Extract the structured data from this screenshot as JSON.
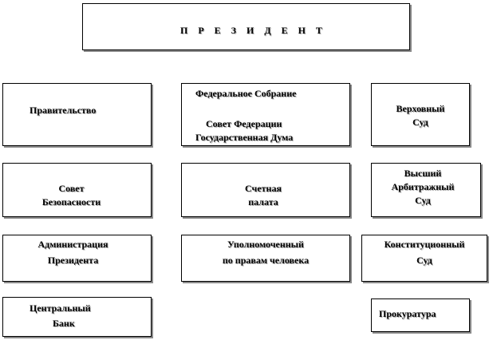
{
  "president": {
    "label": "П Р Е З И Д Е Н Т"
  },
  "boxes": {
    "government": {
      "line1": "Правительство"
    },
    "federal_assembly": {
      "line1": "Федеральное Собрание",
      "line2": "Совет Федерации",
      "line3": "Государственная Дума"
    },
    "supreme_court": {
      "line1": "Верховный",
      "line2": "Суд"
    },
    "security_council": {
      "line1": "Совет",
      "line2": "Безопасности"
    },
    "accounts_chamber": {
      "line1": "Счетная",
      "line2": "палата"
    },
    "arbitration_court": {
      "line1": "Высший",
      "line2": "Арбитражный",
      "line3": "Суд"
    },
    "administration": {
      "line1": "Администрация",
      "line2": "Президента"
    },
    "ombudsman": {
      "line1": "Уполномоченный",
      "line2": "по правам человека"
    },
    "constitutional_court": {
      "line1": "Конституционный",
      "line2": "Суд"
    },
    "central_bank": {
      "line1": "Центральный",
      "line2": "Банк"
    },
    "prosecutor": {
      "line1": "Прокуратура"
    }
  }
}
